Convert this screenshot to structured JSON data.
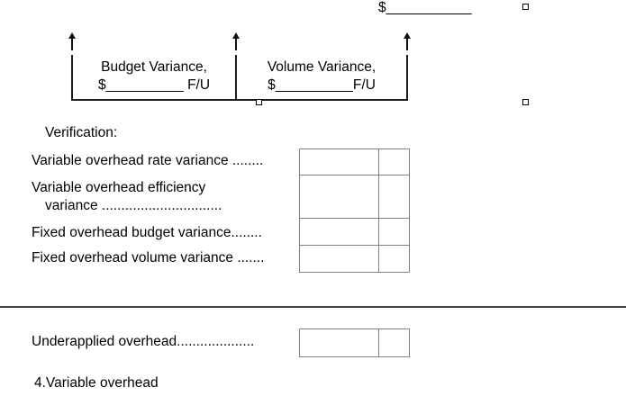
{
  "colors": {
    "background": "#ffffff",
    "text": "#000000",
    "table_border": "#808080",
    "bracket_line": "#1c1c1c",
    "divider_line": "#3d3d3d",
    "handle_fill": "#ffffff",
    "handle_border": "#000000"
  },
  "variance_diagram": {
    "total_amount_blank": "$___________",
    "branches": [
      {
        "name": "budget-variance",
        "line1": "Budget Variance,",
        "line2": "$__________ F/U"
      },
      {
        "name": "volume-variance",
        "line1": "Volume Variance,",
        "line2": "$__________F/U"
      }
    ]
  },
  "verification": {
    "heading": "Verification:",
    "items": [
      {
        "line1": "Variable overhead rate variance ........",
        "line2": ""
      },
      {
        "line1": "Variable overhead efficiency",
        "line2": "variance ..............................."
      },
      {
        "line1": "Fixed overhead budget variance........",
        "line2": ""
      },
      {
        "line1": "Fixed overhead volume variance .......",
        "line2": ""
      }
    ],
    "table": {
      "rows": 4,
      "cols": 2,
      "cell_values": [
        [
          "",
          ""
        ],
        [
          "",
          ""
        ],
        [
          "",
          ""
        ],
        [
          "",
          ""
        ]
      ]
    }
  },
  "result": {
    "label": "Underapplied overhead....................",
    "cell_values": [
      "",
      ""
    ]
  },
  "footer": {
    "next_section_label": "4.Variable overhead"
  }
}
